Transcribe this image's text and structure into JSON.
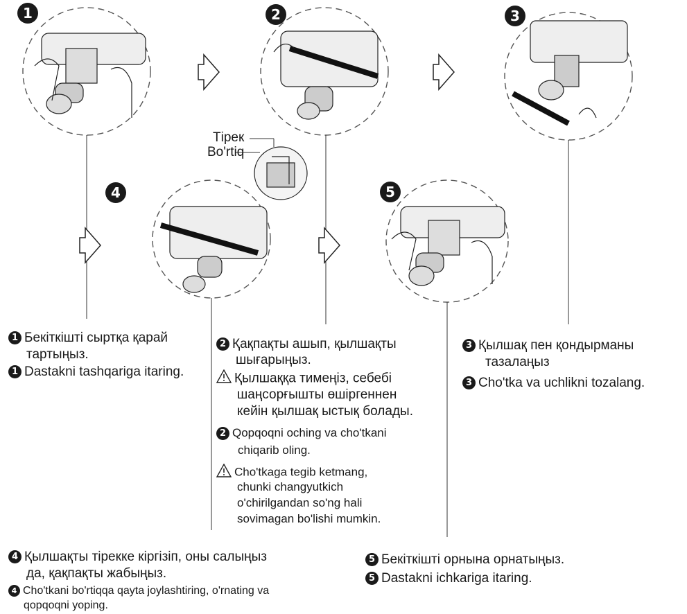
{
  "steps": {
    "s1": {
      "num": "1",
      "kk": "Бекіткішті сыртқа қарай",
      "kk2": "тартыңыз.",
      "uz": "Dastakni tashqariga itaring."
    },
    "s2": {
      "num": "2",
      "kk": "Қақпақты ашып, қылшақты",
      "kk2": "шығарыңыз.",
      "warn_kk": [
        "Қылшаққа тимеңіз, себебі",
        "шаңсорғышты өшіргеннен",
        "кейін қылшақ ыстық болады."
      ],
      "uz": "Qopqoqni oching va cho'tkani",
      "uz2": "chiqarib oling.",
      "warn_uz": [
        "Cho'tkaga tegib ketmang,",
        "chunki changyutkich",
        "o'chirilgandan so'ng hali",
        "sovimagan bo'lishi mumkin."
      ]
    },
    "s3": {
      "num": "3",
      "kk": "Қылшақ пен қондырманы",
      "kk2": "тазалаңыз",
      "uz": "Cho'tka va uchlikni tozalang."
    },
    "s4": {
      "num": "4",
      "kk": "Қылшақты тірекке кіргізіп, оны салыңыз",
      "kk2": "да, қақпақты жабыңыз.",
      "uz": "Cho'tkani bo'rtiqqa qayta joylashtiring, o'rnating va",
      "uz2": "qopqoqni yoping."
    },
    "s5": {
      "num": "5",
      "kk": "Бекіткішті орнына орнатыңыз.",
      "uz": "Dastakni ichkariga itaring."
    }
  },
  "labels": {
    "tirek": "Тірек",
    "bortiq": "Bo'rtiq"
  },
  "colors": {
    "ink": "#1a1a1a",
    "dash": "#555555"
  }
}
